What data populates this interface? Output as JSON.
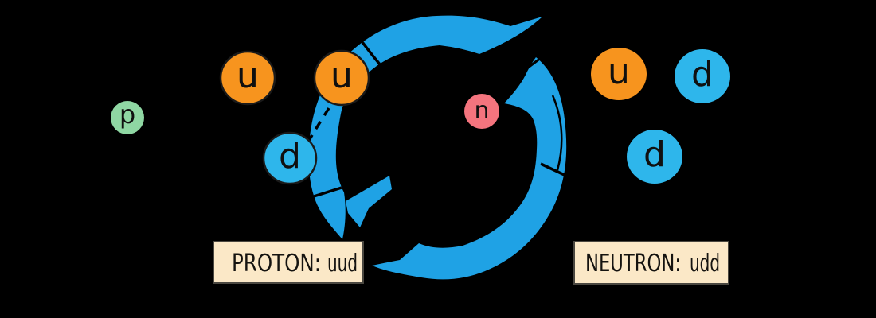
{
  "diagram": {
    "proton_particle": {
      "symbol": "p"
    },
    "neutron_particle": {
      "symbol": "n"
    },
    "proton_quarks": [
      {
        "symbol": "u"
      },
      {
        "symbol": "u"
      },
      {
        "symbol": "d"
      }
    ],
    "neutron_quarks": [
      {
        "symbol": "u"
      },
      {
        "symbol": "d"
      },
      {
        "symbol": "d"
      }
    ],
    "proton_label": {
      "title": "PROTON:",
      "composition": "uud"
    },
    "neutron_label": {
      "title": "NEUTRON:",
      "composition": "udd"
    }
  },
  "colors": {
    "background": "#000000",
    "up_quark": "#F7941E",
    "down_quark": "#2EB6EB",
    "proton": "#8FD7A3",
    "neutron": "#F4747E",
    "exchange_arrow": "#1FA2E5",
    "label_box_bg": "#FBE8C7",
    "label_box_border": "#4A4740",
    "text": "#111111"
  }
}
